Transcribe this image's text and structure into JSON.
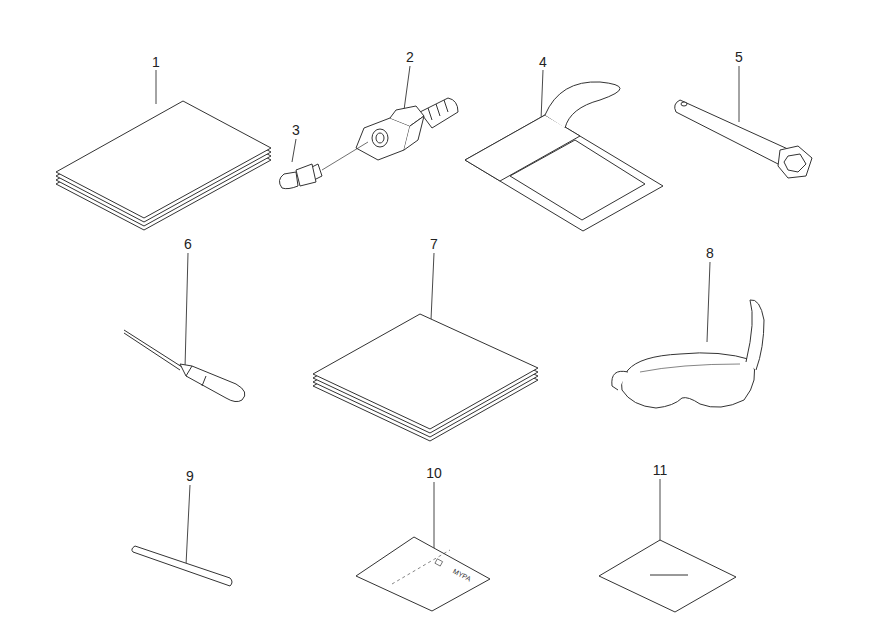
{
  "diagram": {
    "labels": [
      "1",
      "2",
      "3",
      "4",
      "5",
      "6",
      "7",
      "8",
      "9",
      "10",
      "11",
      "MYPA"
    ]
  }
}
